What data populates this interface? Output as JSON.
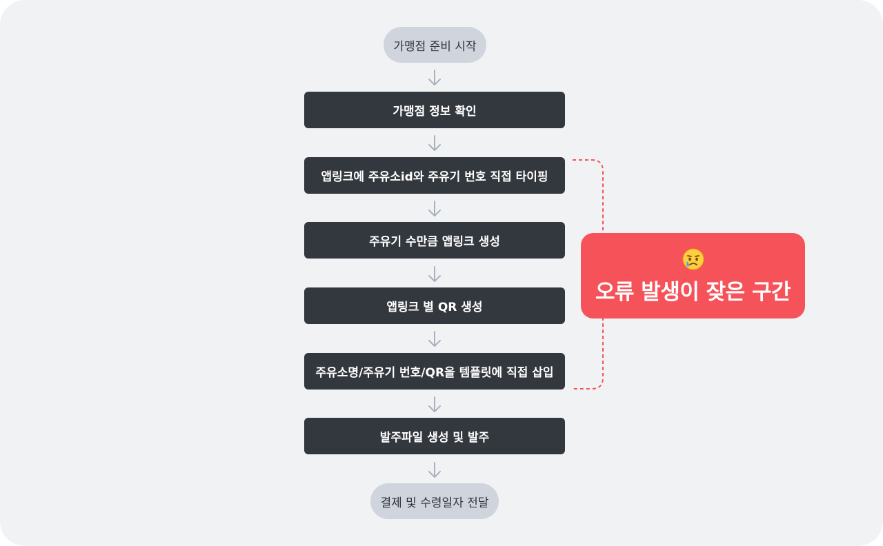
{
  "flow": {
    "start": "가맹점 준비 시작",
    "steps": [
      "가맹점 정보 확인",
      "앱링크에 주유소id와 주유기 번호 직접 타이핑",
      "주유기 수만큼 앱링크 생성",
      "앱링크 별 QR 생성",
      "주유소명/주유기 번호/QR을 템플릿에 직접 삽입",
      "발주파일 생성 및 발주"
    ],
    "end": "결제 및 수령일자 전달"
  },
  "callout": {
    "icon": "crying-face-icon",
    "text": "오류 발생이 잦은 구간",
    "color": "#f5525a"
  }
}
